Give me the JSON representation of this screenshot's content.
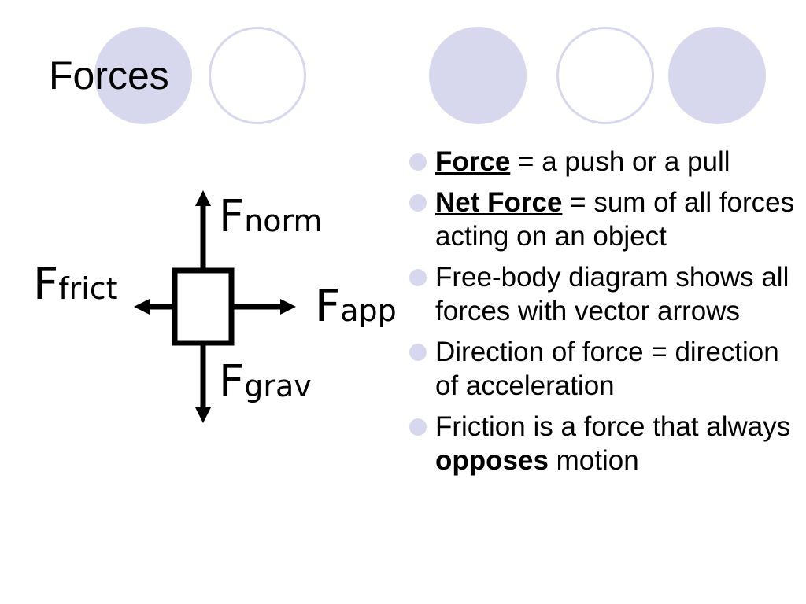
{
  "slide": {
    "title": "Forces"
  },
  "colors": {
    "accent": "#d7d7ee",
    "ink": "#000000"
  },
  "diagram": {
    "labels": {
      "norm": {
        "main": "F",
        "sub": "norm"
      },
      "frict": {
        "main": "F",
        "sub": "frict"
      },
      "app": {
        "main": "F",
        "sub": "app"
      },
      "grav": {
        "main": "F",
        "sub": "grav"
      }
    }
  },
  "bullets": [
    {
      "term": "Force",
      "text": " = a push or a pull"
    },
    {
      "term": "Net Force",
      "text": " = sum of all forces acting on an object"
    },
    {
      "text": "Free-body diagram shows all forces with vector arrows"
    },
    {
      "text": "Direction of force = direction of acceleration"
    },
    {
      "before": "Friction is a force that always ",
      "bold": "opposes",
      "after": " motion"
    }
  ]
}
